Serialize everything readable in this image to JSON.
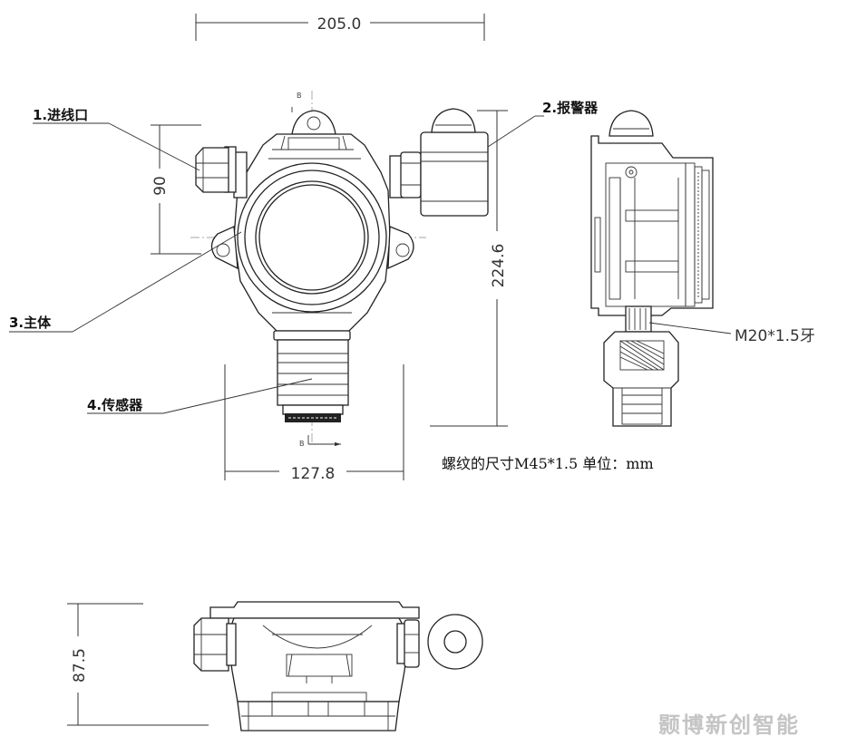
{
  "dimensions": {
    "width_top": "205.0",
    "inlet_height": "90",
    "total_height": "224.6",
    "sensor_width": "127.8",
    "depth": "87.5"
  },
  "labels": {
    "inlet": "1.进线口",
    "alarm": "2.报警器",
    "body": "3.主体",
    "sensor": "4.传感器",
    "thread_side": "M20*1.5牙"
  },
  "section_marks": {
    "top": "B",
    "bottom": "B"
  },
  "note": "螺纹的尺寸M45*1.5  单位：mm",
  "watermark": "颢博新创智能"
}
